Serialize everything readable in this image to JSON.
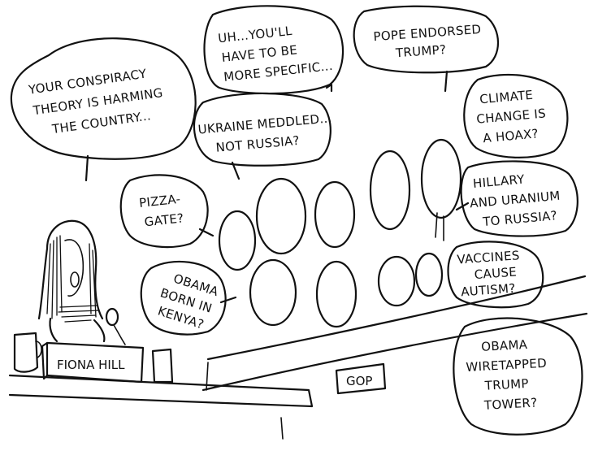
{
  "speech_bubbles": [
    {
      "id": "fiona",
      "lines": [
        "YOUR CONSPIRACY",
        "THEORY IS HARMING",
        "THE COUNTRY..."
      ]
    },
    {
      "id": "specific",
      "lines": [
        "UH...YOU'LL",
        "HAVE TO BE",
        "MORE SPECIFIC..."
      ]
    },
    {
      "id": "pope",
      "lines": [
        "POPE ENDORSED",
        "TRUMP?"
      ]
    },
    {
      "id": "ukraine",
      "lines": [
        "UKRAINE MEDDLED...",
        "NOT RUSSIA?"
      ]
    },
    {
      "id": "climate",
      "lines": [
        "CLIMATE",
        "CHANGE IS",
        "A HOAX?"
      ]
    },
    {
      "id": "pizza",
      "lines": [
        "PIZZA-",
        "GATE?"
      ]
    },
    {
      "id": "hillary",
      "lines": [
        "HILLARY",
        "AND URANIUM",
        "TO RUSSIA?"
      ]
    },
    {
      "id": "vaccines",
      "lines": [
        "VACCINES",
        "CAUSE",
        "AUTISM?"
      ]
    },
    {
      "id": "obama-kenya",
      "lines": [
        "OBAMA",
        "BORN IN",
        "KENYA?"
      ]
    },
    {
      "id": "obama-wiretap",
      "lines": [
        "OBAMA",
        "WIRETAPPED",
        "TRUMP",
        "TOWER?"
      ]
    }
  ],
  "nameplate": {
    "label": "FIONA HILL"
  },
  "panel_sign": {
    "label": "GOP"
  },
  "colors": {
    "ink": "#111111",
    "paper": "#ffffff"
  }
}
